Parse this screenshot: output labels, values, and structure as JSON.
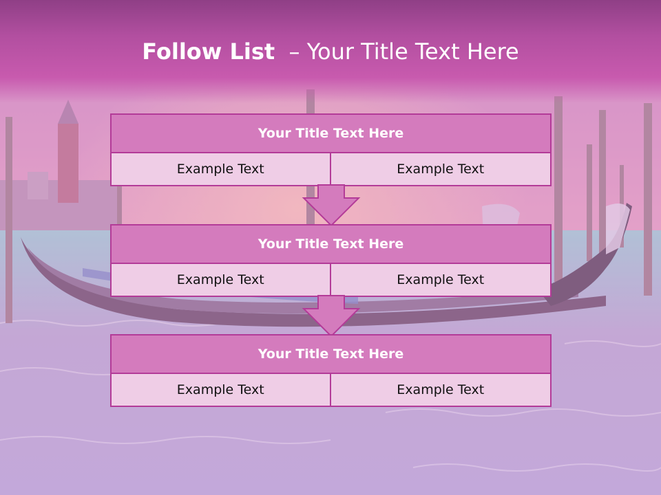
{
  "slide": {
    "title_bold": "Follow List",
    "title_rest": "– Your Title Text Here"
  },
  "blocks": [
    {
      "title": "Your Title Text Here",
      "items": [
        "Example Text",
        "Example Text"
      ]
    },
    {
      "title": "Your Title Text Here",
      "items": [
        "Example Text",
        "Example Text"
      ]
    },
    {
      "title": "Your Title Text Here",
      "items": [
        "Example Text",
        "Example Text"
      ]
    }
  ],
  "colors": {
    "header": "#b24fa0",
    "block_title_fill": "#d47bbd",
    "cell_fill": "#efcde6",
    "border": "#b33b98",
    "arrow_fill": "#d47bbd"
  },
  "icons": {
    "connector": "down-arrow-icon"
  }
}
